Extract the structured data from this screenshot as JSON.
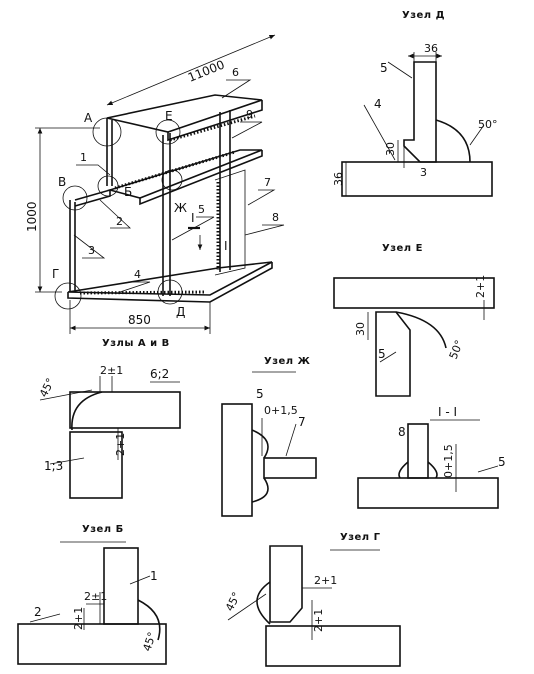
{
  "main_view": {
    "dim_length": "11000",
    "dim_height": "1000",
    "dim_width": "850",
    "node_a": "А",
    "node_b": "Б",
    "node_v": "В",
    "node_g": "Г",
    "node_d": "Д",
    "node_e": "Е",
    "node_zh": "Ж",
    "section_mark": "I",
    "parts": [
      "1",
      "2",
      "3",
      "4",
      "5",
      "6",
      "7",
      "8",
      "9"
    ]
  },
  "node_d": {
    "title": "Узел Д",
    "part_top": "5",
    "part_bottom": "4",
    "dim_width": "36",
    "dim_height": "30",
    "dim_plate": "36",
    "dim_gap": "3",
    "angle": "50°"
  },
  "node_e": {
    "title": "Узел Е",
    "part": "5",
    "dim_height": "30",
    "dim_gap": "2+1",
    "angle": "50°"
  },
  "node_av": {
    "title": "Узлы А и В",
    "part_top": "6;2",
    "part_bottom": "1;3",
    "dim_gap_h": "2±1",
    "dim_gap_v": "2+1",
    "angle": "45°"
  },
  "node_zh": {
    "title": "Узел Ж",
    "part_left": "5",
    "part_right": "7",
    "dim_gap": "0+1,5"
  },
  "section": {
    "title": "I - I",
    "part_top": "8",
    "part_bottom": "5",
    "dim_gap": "0+1,5"
  },
  "node_b": {
    "title": "Узел Б",
    "part_top": "1",
    "part_bottom": "2",
    "dim_gap_h": "2±1",
    "dim_gap_v": "2+1",
    "angle": "45°"
  },
  "node_g": {
    "title": "Узел Г",
    "dim_gap_h": "2+1",
    "dim_gap_v": "2+1",
    "angle": "45°"
  }
}
